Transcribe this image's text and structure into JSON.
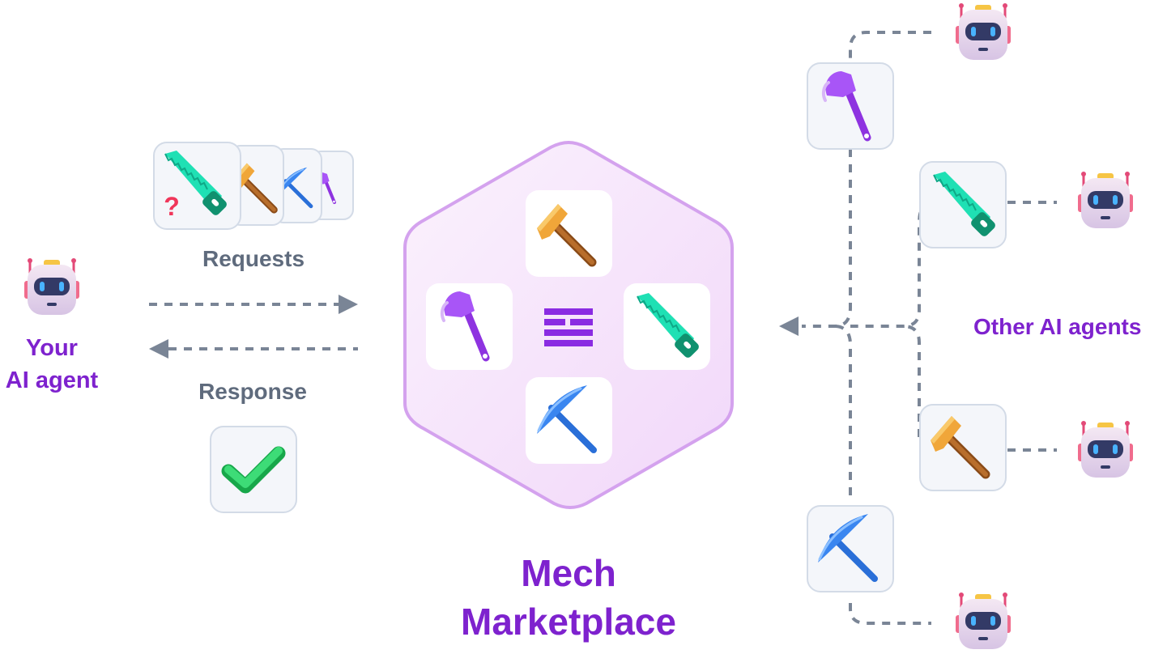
{
  "colors": {
    "accent": "#7e22ce",
    "label_gray": "#5f6b7d",
    "connector": "#7a8596",
    "tile_bg": "#f4f6fa",
    "tile_border": "#d3dbe7",
    "hex_fill": "#f5e3fb",
    "hex_stroke": "#d4a2ee",
    "axe": "#9b3fe8",
    "saw": "#1fe0b4",
    "hammer": "#f0a639",
    "pickaxe": "#3a86f0",
    "check": "#22c55e",
    "question": "#f0365a"
  },
  "your_agent": {
    "label_line1": "Your",
    "label_line2": "AI agent"
  },
  "flow": {
    "requests_label": "Requests",
    "response_label": "Response"
  },
  "marketplace": {
    "title_line1": "Mech",
    "title_line2": "Marketplace",
    "tools": [
      "hammer-icon",
      "axe-icon",
      "saw-icon",
      "pickaxe-icon"
    ]
  },
  "others": {
    "label": "Other AI agents",
    "tools": [
      "axe-icon",
      "saw-icon",
      "hammer-icon",
      "pickaxe-icon"
    ]
  }
}
